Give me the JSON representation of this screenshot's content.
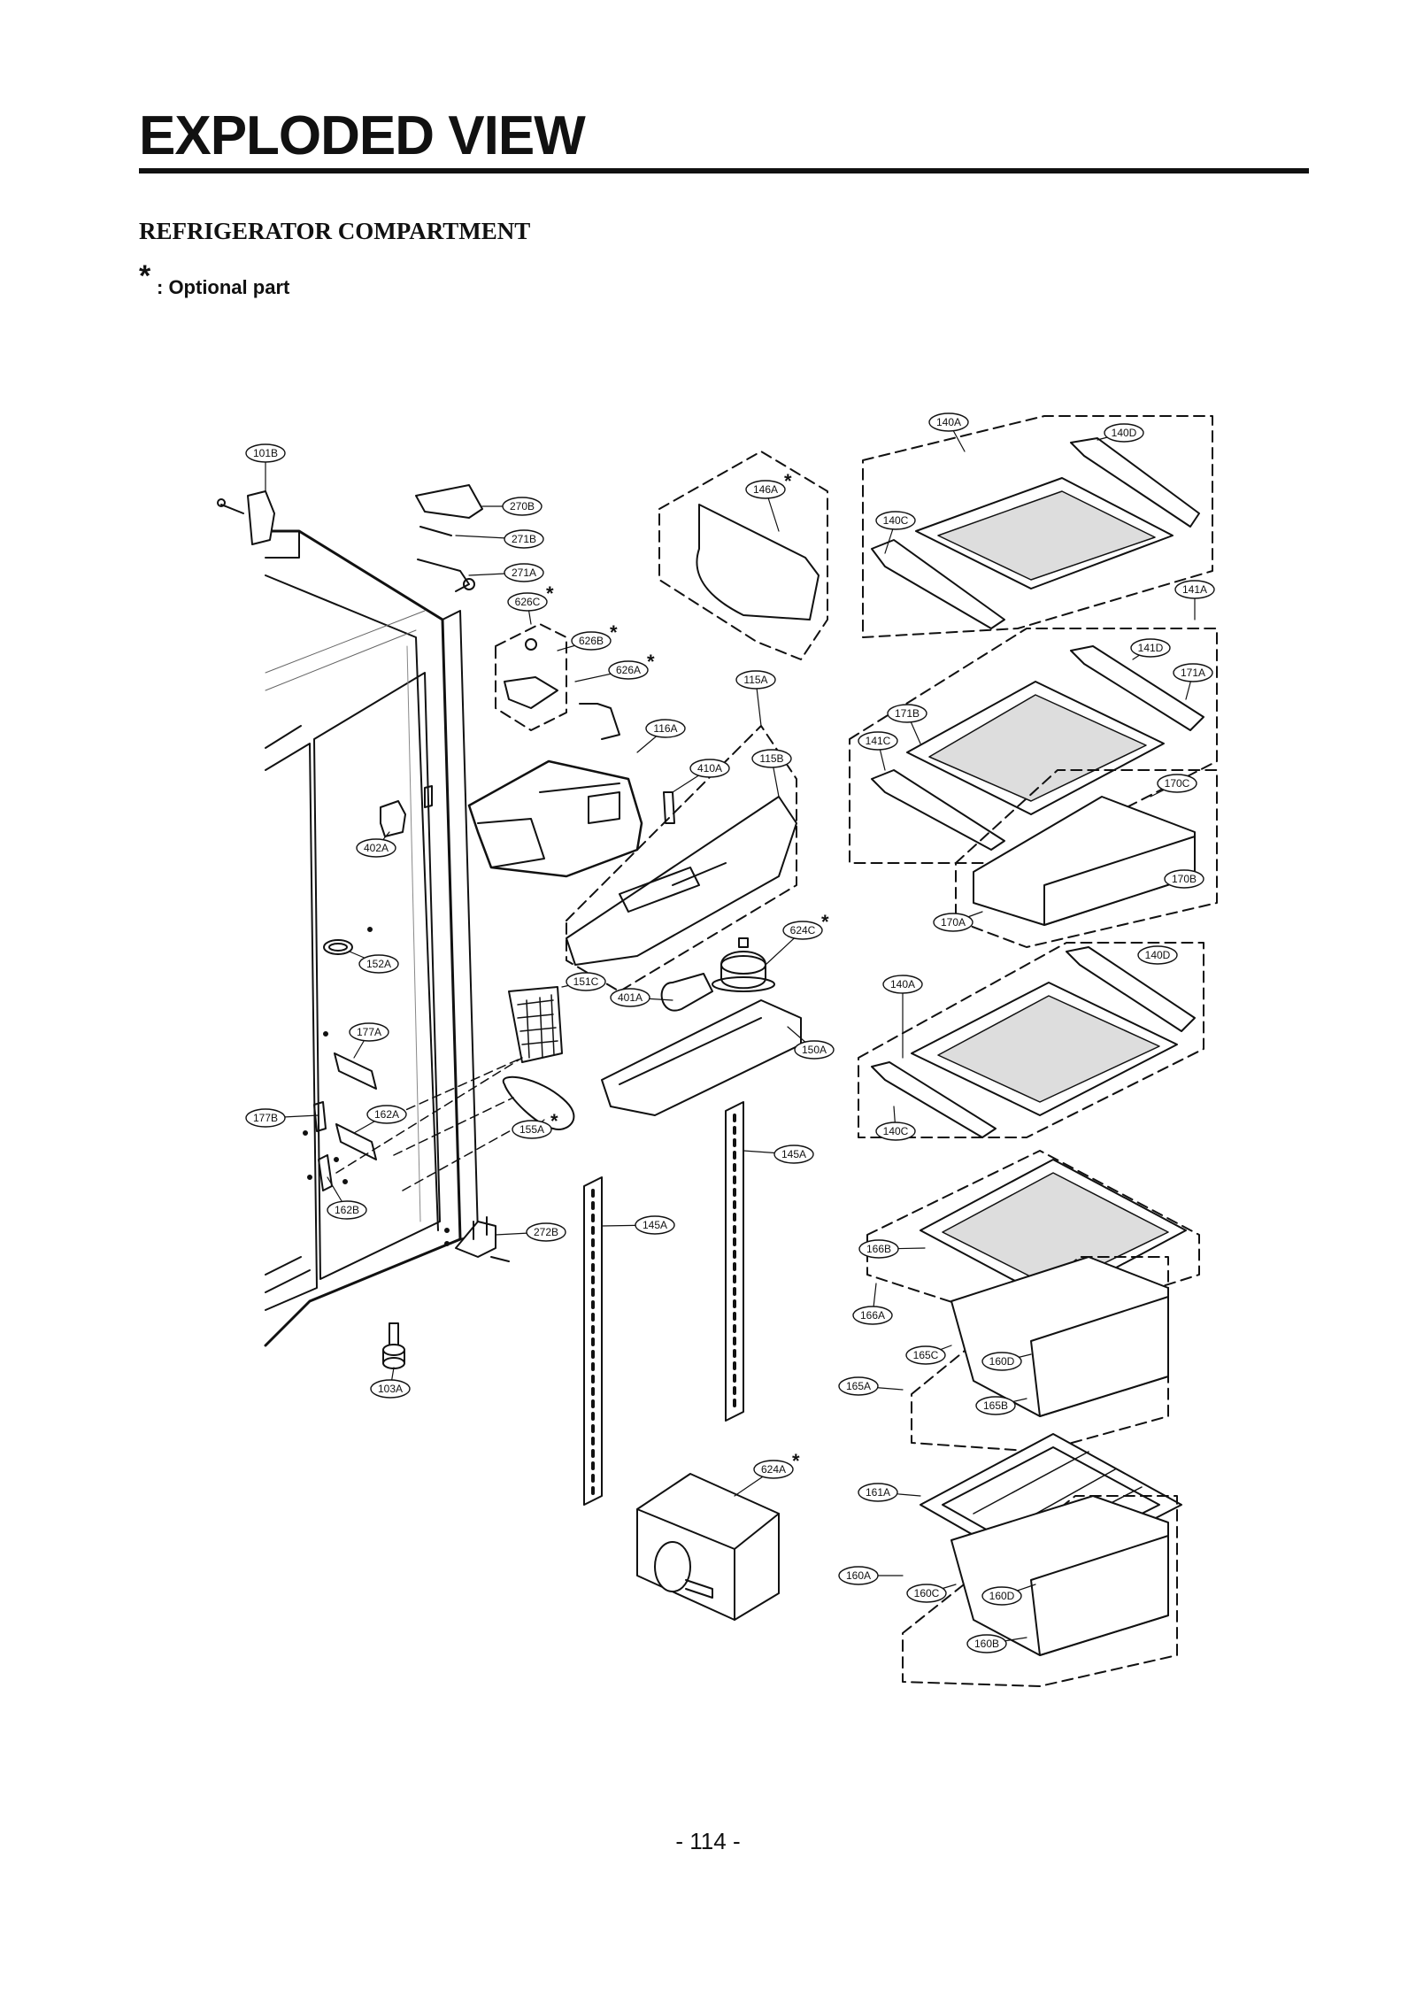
{
  "header": {
    "title": "EXPLODED VIEW",
    "subtitle": "REFRIGERATOR COMPARTMENT",
    "legend_star": "*",
    "legend_text": ": Optional part"
  },
  "diagram": {
    "callouts": [
      {
        "id": "101B"
      },
      {
        "id": "270B"
      },
      {
        "id": "271B"
      },
      {
        "id": "271A"
      },
      {
        "id": "626C",
        "optional": true
      },
      {
        "id": "626B",
        "optional": true
      },
      {
        "id": "626A",
        "optional": true
      },
      {
        "id": "146A",
        "optional": true
      },
      {
        "id": "140A"
      },
      {
        "id": "140D"
      },
      {
        "id": "140C"
      },
      {
        "id": "141A"
      },
      {
        "id": "141D"
      },
      {
        "id": "171A"
      },
      {
        "id": "115A"
      },
      {
        "id": "116A"
      },
      {
        "id": "410A"
      },
      {
        "id": "115B"
      },
      {
        "id": "171B"
      },
      {
        "id": "141C"
      },
      {
        "id": "170C"
      },
      {
        "id": "402A"
      },
      {
        "id": "170B"
      },
      {
        "id": "170A"
      },
      {
        "id": "624C",
        "optional": true
      },
      {
        "id": "152A"
      },
      {
        "id": "151C"
      },
      {
        "id": "401A"
      },
      {
        "id": "140D"
      },
      {
        "id": "140A"
      },
      {
        "id": "177A"
      },
      {
        "id": "150A"
      },
      {
        "id": "162A"
      },
      {
        "id": "177B"
      },
      {
        "id": "155A",
        "optional": true
      },
      {
        "id": "140C"
      },
      {
        "id": "145A"
      },
      {
        "id": "162B"
      },
      {
        "id": "145A"
      },
      {
        "id": "272B"
      },
      {
        "id": "166B"
      },
      {
        "id": "166A"
      },
      {
        "id": "165C"
      },
      {
        "id": "160D"
      },
      {
        "id": "165A"
      },
      {
        "id": "103A"
      },
      {
        "id": "165B"
      },
      {
        "id": "624A",
        "optional": true
      },
      {
        "id": "161A"
      },
      {
        "id": "160A"
      },
      {
        "id": "160C"
      },
      {
        "id": "160D"
      },
      {
        "id": "160B"
      }
    ]
  },
  "footer": {
    "page_number": "- 114 -"
  }
}
